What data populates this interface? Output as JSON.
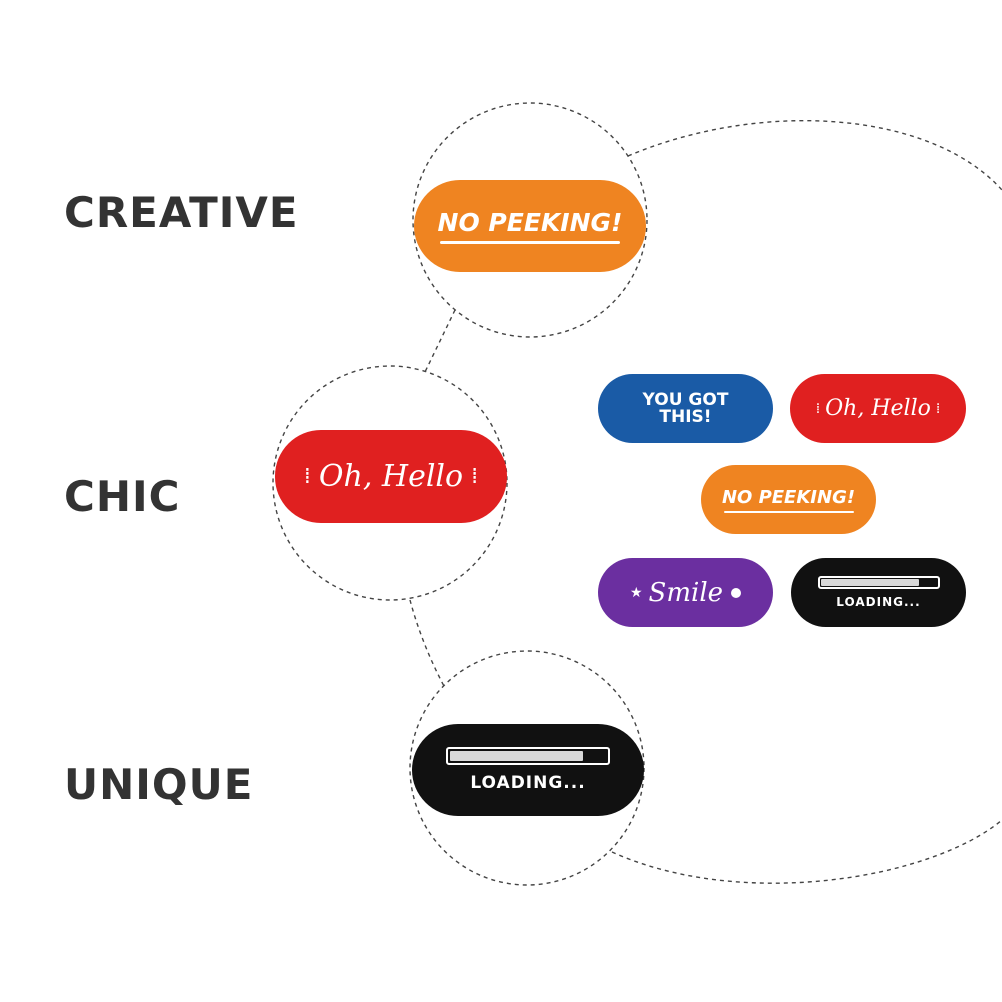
{
  "labels": {
    "creative": "CREATIVE",
    "chic": "CHIC",
    "unique": "UNIQUE"
  },
  "stickers": {
    "no_peeking": "NO PEEKING!",
    "oh_hello": "Oh, Hello",
    "you_got_this_line1": "YOU GOT",
    "you_got_this_line2": "THIS!",
    "smile": "Smile",
    "loading": "LOADING..."
  },
  "loading_progress": 0.85,
  "colors": {
    "orange": "#ef8421",
    "red": "#e02020",
    "blue": "#1a5ba6",
    "purple": "#6b2fa0",
    "black": "#111111",
    "label_text": "#333333"
  }
}
